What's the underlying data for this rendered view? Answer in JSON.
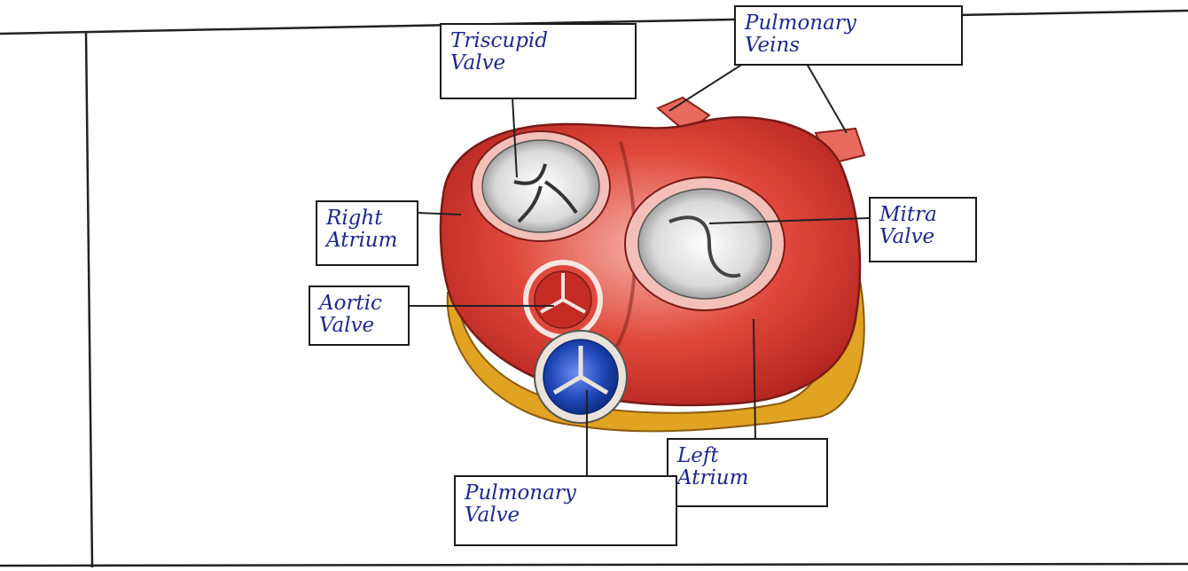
{
  "diagram": {
    "labels": {
      "tricuspid_valve": "Triscupid\nValve",
      "pulmonary_veins": "Pulmonary\nVeins",
      "right_atrium": "Right\nAtrium",
      "mitral_valve": "Mitra\nValve",
      "aortic_valve": "Aortic\nValve",
      "left_atrium": "Left\nAtrium",
      "pulmonary_valve": "Pulmonary\nValve"
    },
    "colors": {
      "ink": "#1c2a8c",
      "muscle_red": "#d8352e",
      "valve_white": "#eeeeee",
      "pulmonary_blue": "#1f47b8",
      "fat_yellow": "#e0a322"
    }
  }
}
